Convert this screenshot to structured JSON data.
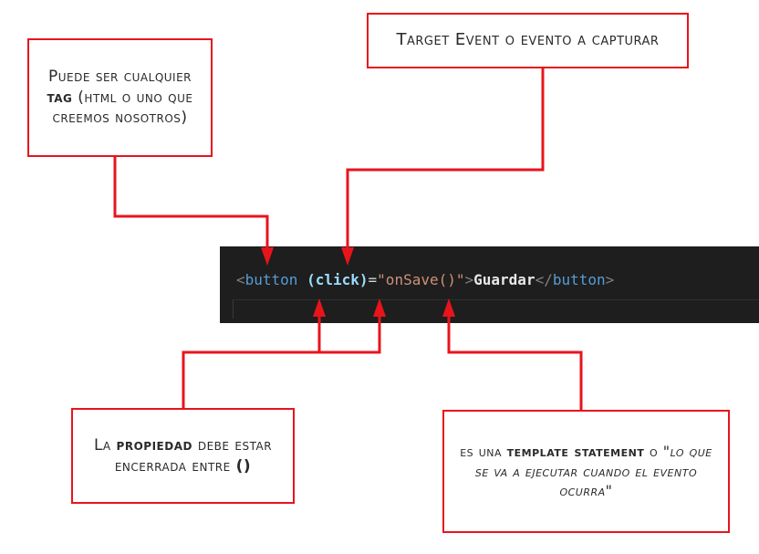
{
  "callouts": {
    "tag": {
      "line1": "Puede ser cualquier",
      "bold": "tag",
      "line2_rest": " (html o uno que creemos nosotros)"
    },
    "event": {
      "text": "Target Event o evento a capturar"
    },
    "prop": {
      "pre": "La ",
      "bold": "propiedad",
      "post": " debe estar encerrada entre ",
      "parens": "()"
    },
    "stmt": {
      "pre": "es una ",
      "bold": "template statement",
      "mid": " o ",
      "italic": "\"lo que se va a ejecutar cuando el evento ocurra\""
    }
  },
  "code": {
    "open_lt": "<",
    "tag_open": "button",
    "space": " ",
    "paren_open": "(",
    "event": "click",
    "paren_close": ")",
    "equals": "=",
    "statement": "\"onSave()\"",
    "open_gt": ">",
    "content": "Guardar",
    "close_lt": "</",
    "tag_close": "button",
    "close_gt": ">"
  },
  "colors": {
    "annotation": "#e8141c",
    "code_bg": "#1e1e1e"
  }
}
